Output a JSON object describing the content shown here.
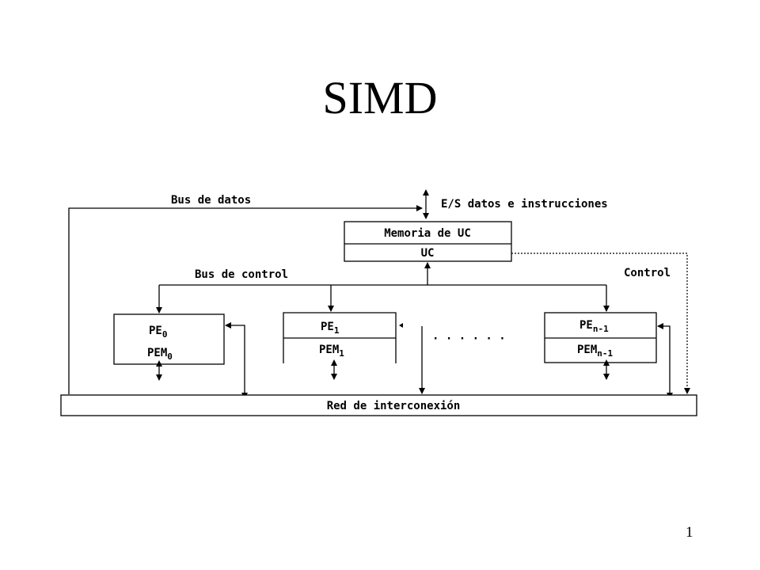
{
  "slide": {
    "title": "SIMD",
    "page_number": "1"
  },
  "diagram": {
    "bus_datos": "Bus de datos",
    "es_label": "E/S datos e instrucciones",
    "memoria_uc": "Memoria de UC",
    "uc": "UC",
    "bus_control": "Bus de control",
    "control": "Control",
    "pe0": {
      "pe": "PE",
      "pe_sub": "0",
      "pem": "PEM",
      "pem_sub": "0"
    },
    "pe1": {
      "pe": "PE",
      "pe_sub": "1",
      "pem": "PEM",
      "pem_sub": "1"
    },
    "pen": {
      "pe": "PE",
      "pe_sub": "n-1",
      "pem": "PEM",
      "pem_sub": "n-1"
    },
    "dots": "· · · · · ·",
    "red": "Red de interconexión"
  }
}
